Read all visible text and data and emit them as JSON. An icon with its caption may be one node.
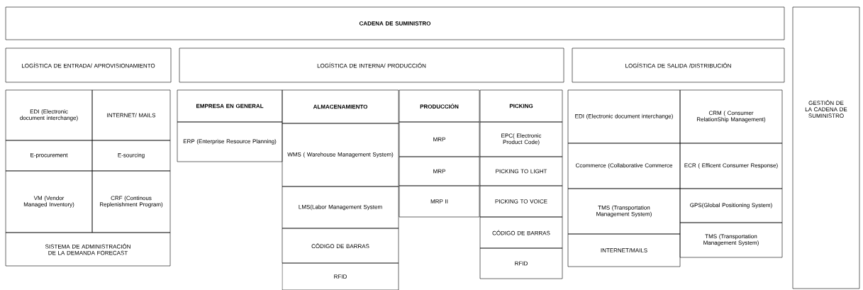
{
  "diagram": {
    "nodes": [
      {
        "text": [
          "CADENA DE SUMINISTRO"
        ]
      },
      {
        "text": [
          "GESTIÓN DE LA CADENA DE SUMINISTRO"
        ]
      },
      {
        "text": [
          "LOGÍSTICA DE ENTRADA/ APROVISIONAMIENTO"
        ]
      },
      {
        "text": [
          "LOGÍSTICA DE INTERNA/ PRODUCCIÓN"
        ]
      },
      {
        "text": [
          "LOGÍSTICA DE SALIDA /DISTRIBUCIÓN"
        ]
      },
      {
        "text": [
          "EDI (Electronic document interchange)"
        ]
      },
      {
        "text": [
          "INTERNET/ MAILS"
        ]
      },
      {
        "text": [
          "E-procurement"
        ]
      },
      {
        "text": [
          "E-sourcing"
        ]
      },
      {
        "text": [
          "VM (Vendor Managed Inventory)"
        ]
      },
      {
        "text": [
          "CRF (Continous Replenishment Program)"
        ]
      },
      {
        "text": [
          "SISTEMA DE ADMINISTRACIÓN DE LA DEMANDA FORECAST"
        ]
      },
      {
        "text": [
          "EMPRESA EN GENERAL"
        ]
      },
      {
        "text": [
          "ERP (Enterprise Resource Planning)"
        ]
      },
      {
        "text": [
          "ALMACENAMIENTO"
        ]
      },
      {
        "text": [
          "WMS ( Warehouse Management System)"
        ]
      },
      {
        "text": [
          "LMS(Labor Management System"
        ]
      },
      {
        "text": [
          "CÓDIGO DE BARRAS"
        ]
      },
      {
        "text": [
          "RFID"
        ]
      },
      {
        "text": [
          "PRODUCCIÓN"
        ]
      },
      {
        "text": [
          "MRP"
        ]
      },
      {
        "text": [
          "MRP"
        ]
      },
      {
        "text": [
          "MRP II"
        ]
      },
      {
        "text": [
          "PICKING"
        ]
      },
      {
        "text": [
          "EPC( Electronic Product Code)"
        ]
      },
      {
        "text": [
          "PICKING TO LIGHT"
        ]
      },
      {
        "text": [
          "PICKING TO VOICE"
        ]
      },
      {
        "text": [
          "CÓDIGO DE BARRAS"
        ]
      },
      {
        "text": [
          "RFID"
        ]
      },
      {
        "text": [
          "EDI (Electronic document interchange)"
        ]
      },
      {
        "text": [
          "CRM ( Consumer RelationShip Management)"
        ]
      },
      {
        "text": [
          "Ccommerce (Collaborative Commerce"
        ]
      },
      {
        "text": [
          "ECR ( Efficent Consumer Response)"
        ]
      },
      {
        "text": [
          "TMS (Transportation Management System)"
        ]
      },
      {
        "text": [
          "GPS(Global Positioning System)"
        ]
      },
      {
        "text": [
          "INTERNET/MAILS"
        ]
      },
      {
        "text": [
          "TMS (Transportation Management System)"
        ]
      }
    ]
  }
}
